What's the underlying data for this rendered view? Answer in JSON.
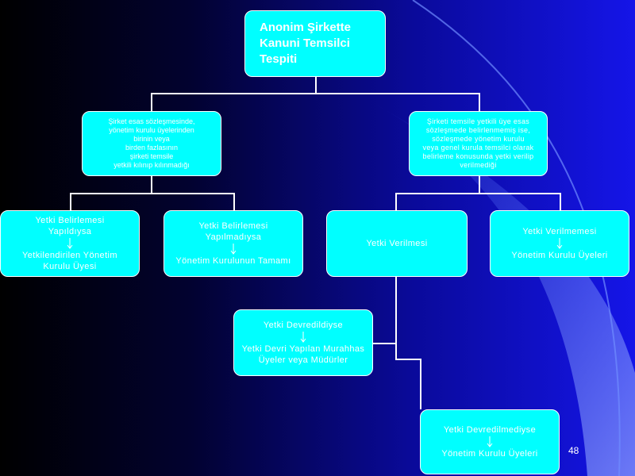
{
  "title": {
    "lines": [
      "Anonim Şirkette",
      "Kanuni Temsilci",
      "Tespiti"
    ]
  },
  "left_branch": {
    "lines": [
      "Şirket esas sözleşmesinde,",
      "yönetim kurulu üyelerinden",
      "birinin veya",
      "birden fazlasının",
      "şirketi temsile",
      "yetkili kılınıp kılınmadığı"
    ],
    "child_1": {
      "top": [
        "Yetki Belirlemesi",
        "Yapıldıysa"
      ],
      "bottom": [
        "Yetkilendirilen Yönetim",
        "Kurulu Üyesi"
      ]
    },
    "child_2": {
      "top": [
        "Yetki Belirlemesi",
        "Yapılmadıysa"
      ],
      "bottom": [
        "Yönetim Kurulunun Tamamı"
      ]
    }
  },
  "right_branch": {
    "lines": [
      "Şirketi temsile yetkili üye esas",
      "sözleşmede belirlenmemiş ise,",
      "sözleşmede yönetim kurulu",
      "veya genel kurula temsilci olarak",
      "belirleme konusunda yetki verilip",
      "verilmediği"
    ],
    "child_1": {
      "label": "Yetki Verilmesi"
    },
    "child_2": {
      "top": [
        "Yetki Verilmemesi"
      ],
      "bottom": [
        "Yönetim Kurulu Üyeleri"
      ]
    }
  },
  "delegation_yes": {
    "top": [
      "Yetki Devredildiyse"
    ],
    "bottom": [
      "Yetki Devri Yapılan Murahhas",
      "Üyeler veya Müdürler"
    ]
  },
  "delegation_no": {
    "top": [
      "Yetki Devredilmediyse"
    ],
    "bottom": [
      "Yönetim Kurulu Üyeleri"
    ]
  },
  "page_number": "48",
  "colors": {
    "box_fill": "#00ffff",
    "box_text": "#ffffff",
    "connector": "#ffffff"
  }
}
